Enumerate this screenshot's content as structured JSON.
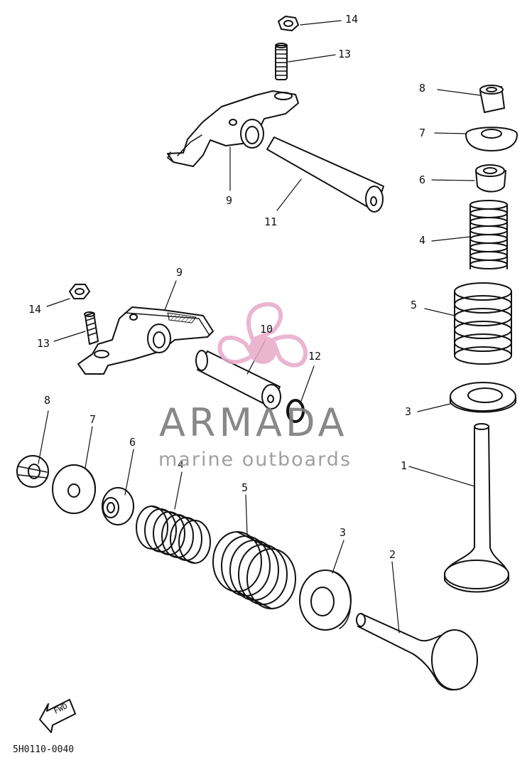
{
  "callouts": {
    "n14_top": "14",
    "n13_top": "13",
    "n8_right": "8",
    "n7_right": "7",
    "n6_right": "6",
    "n4_right": "4",
    "n5_right": "5",
    "n3_right": "3",
    "n1": "1",
    "n9_top": "9",
    "n11": "11",
    "n9_mid": "9",
    "n14_left": "14",
    "n13_left": "13",
    "n10": "10",
    "n12": "12",
    "n8_left": "8",
    "n7_left": "7",
    "n6_left": "6",
    "n4_left": "4",
    "n5_left": "5",
    "n3_left": "3",
    "n2": "2"
  },
  "watermark": {
    "name": "ARMADA",
    "tagline": "marine outboards",
    "logo_color": "#e8a9c8",
    "text_color": "#7c7c7c"
  },
  "direction_label": "FWD",
  "part_code": "5H0110-0040"
}
